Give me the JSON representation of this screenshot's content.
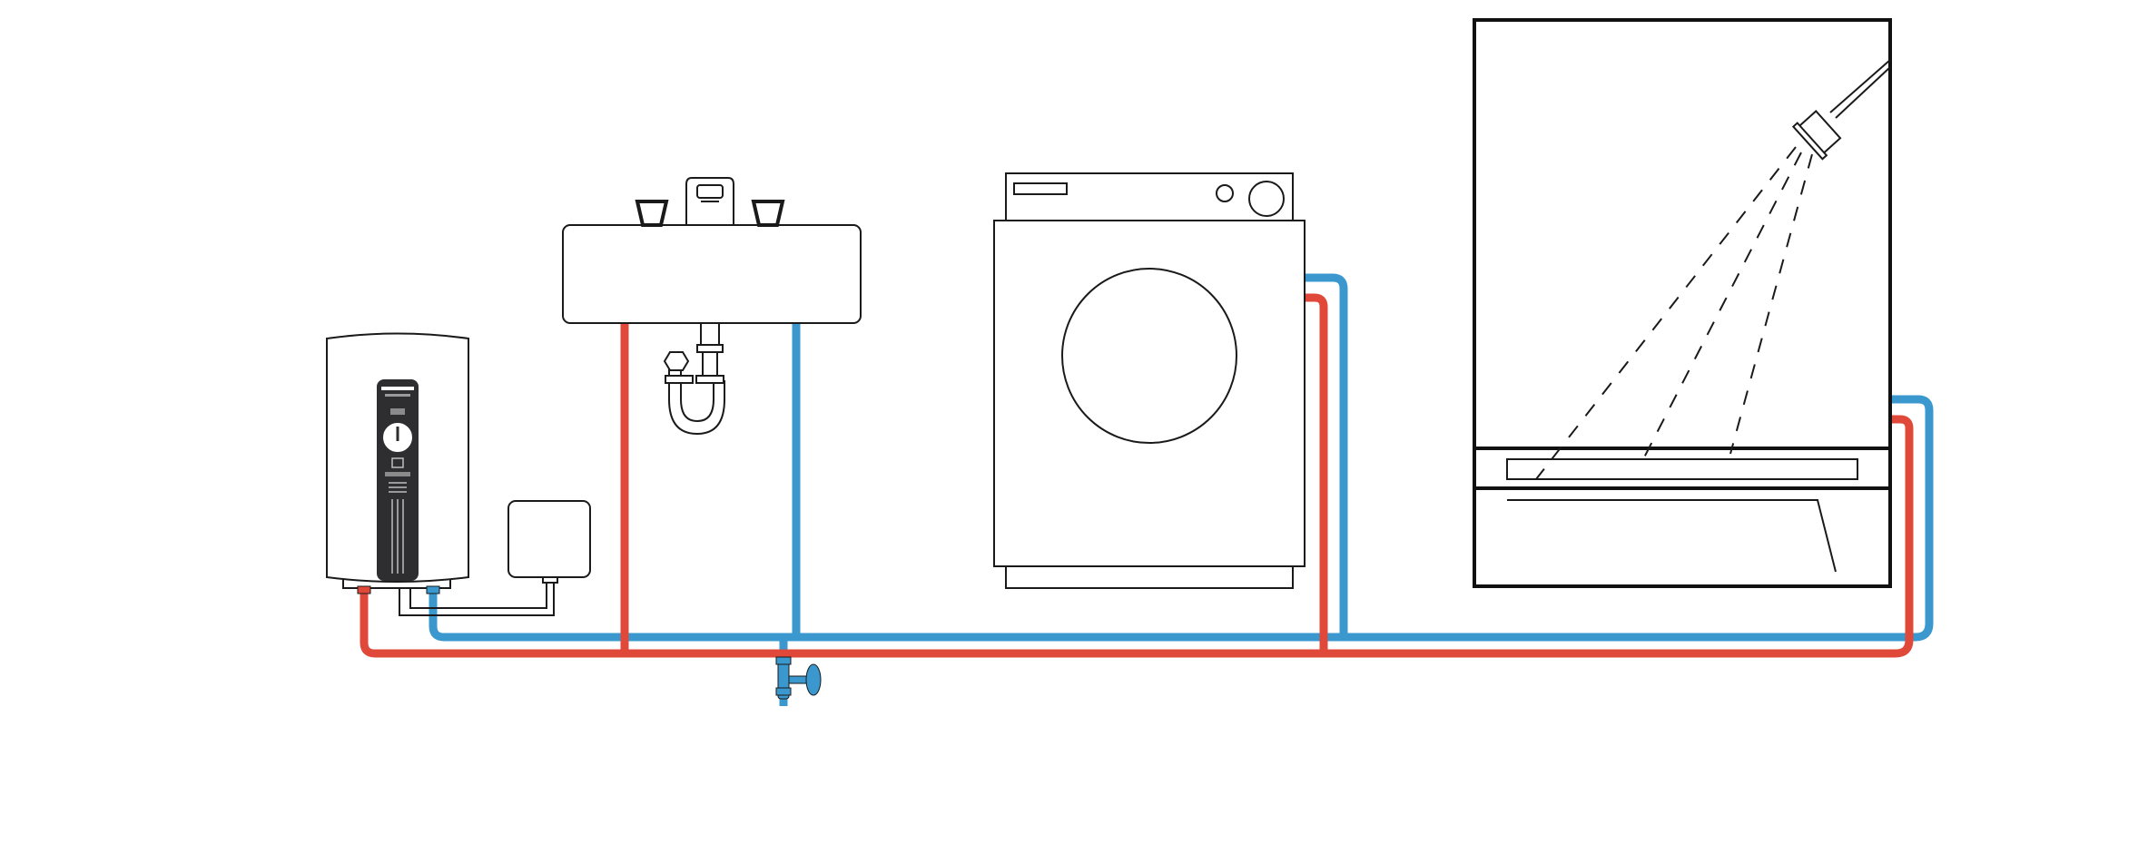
{
  "diagram": {
    "components": [
      {
        "id": "water-heater",
        "icon": "instantaneous-water-heater-icon"
      },
      {
        "id": "control-box",
        "icon": "control-unit-icon"
      },
      {
        "id": "sink",
        "icon": "washbasin-icon"
      },
      {
        "id": "washing-machine",
        "icon": "washing-machine-icon"
      },
      {
        "id": "shower",
        "icon": "shower-cabin-icon"
      },
      {
        "id": "shutoff-valve",
        "icon": "valve-icon"
      }
    ],
    "colors": {
      "hot_pipe": "#e0483a",
      "cold_pipe": "#3a98cf",
      "outline": "#1a1a1a",
      "heater_panel": "#2e2e30",
      "background": "#ffffff"
    }
  }
}
